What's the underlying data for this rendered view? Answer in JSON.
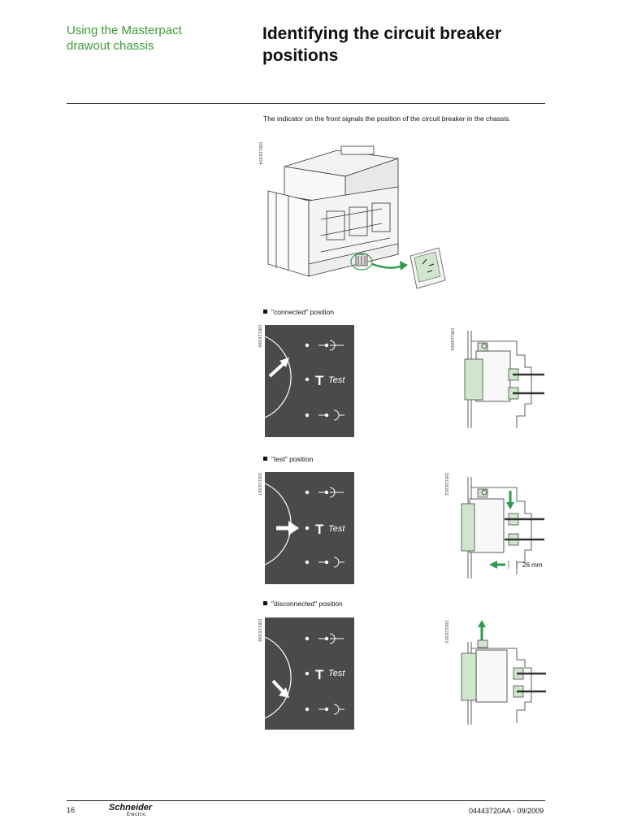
{
  "header": {
    "section_title_line1": "Using the Masterpact",
    "section_title_line2": "drawout chassis",
    "page_title_line1": "Identifying the circuit breaker",
    "page_title_line2": "positions"
  },
  "intro": "The indicator on the front signals the position of the circuit breaker in the chassis.",
  "figure_refs": {
    "main": "DB116354",
    "connected_panel": "DB116396",
    "connected_diagram": "DB116864",
    "test_panel": "DB116397",
    "test_diagram": "DB116352",
    "disconnected_panel": "DB116398",
    "disconnected_diagram": "DB116355"
  },
  "positions": [
    {
      "label": "\"connected\" position",
      "test_label": "Test"
    },
    {
      "label": "\"test\" position",
      "test_label": "Test",
      "distance": "26 mm"
    },
    {
      "label": "\"disconnected\" position",
      "test_label": "Test"
    }
  ],
  "footer": {
    "page_number": "16",
    "brand_line1": "Schneider",
    "brand_line2": "Electric",
    "doc_ref": "04443720AA - 09/2009"
  },
  "colors": {
    "brand_green": "#3a9b35",
    "panel_grey": "#4a4a4a",
    "diagram_green": "#cfe6cc",
    "arrow_green": "#2e9a4f"
  }
}
